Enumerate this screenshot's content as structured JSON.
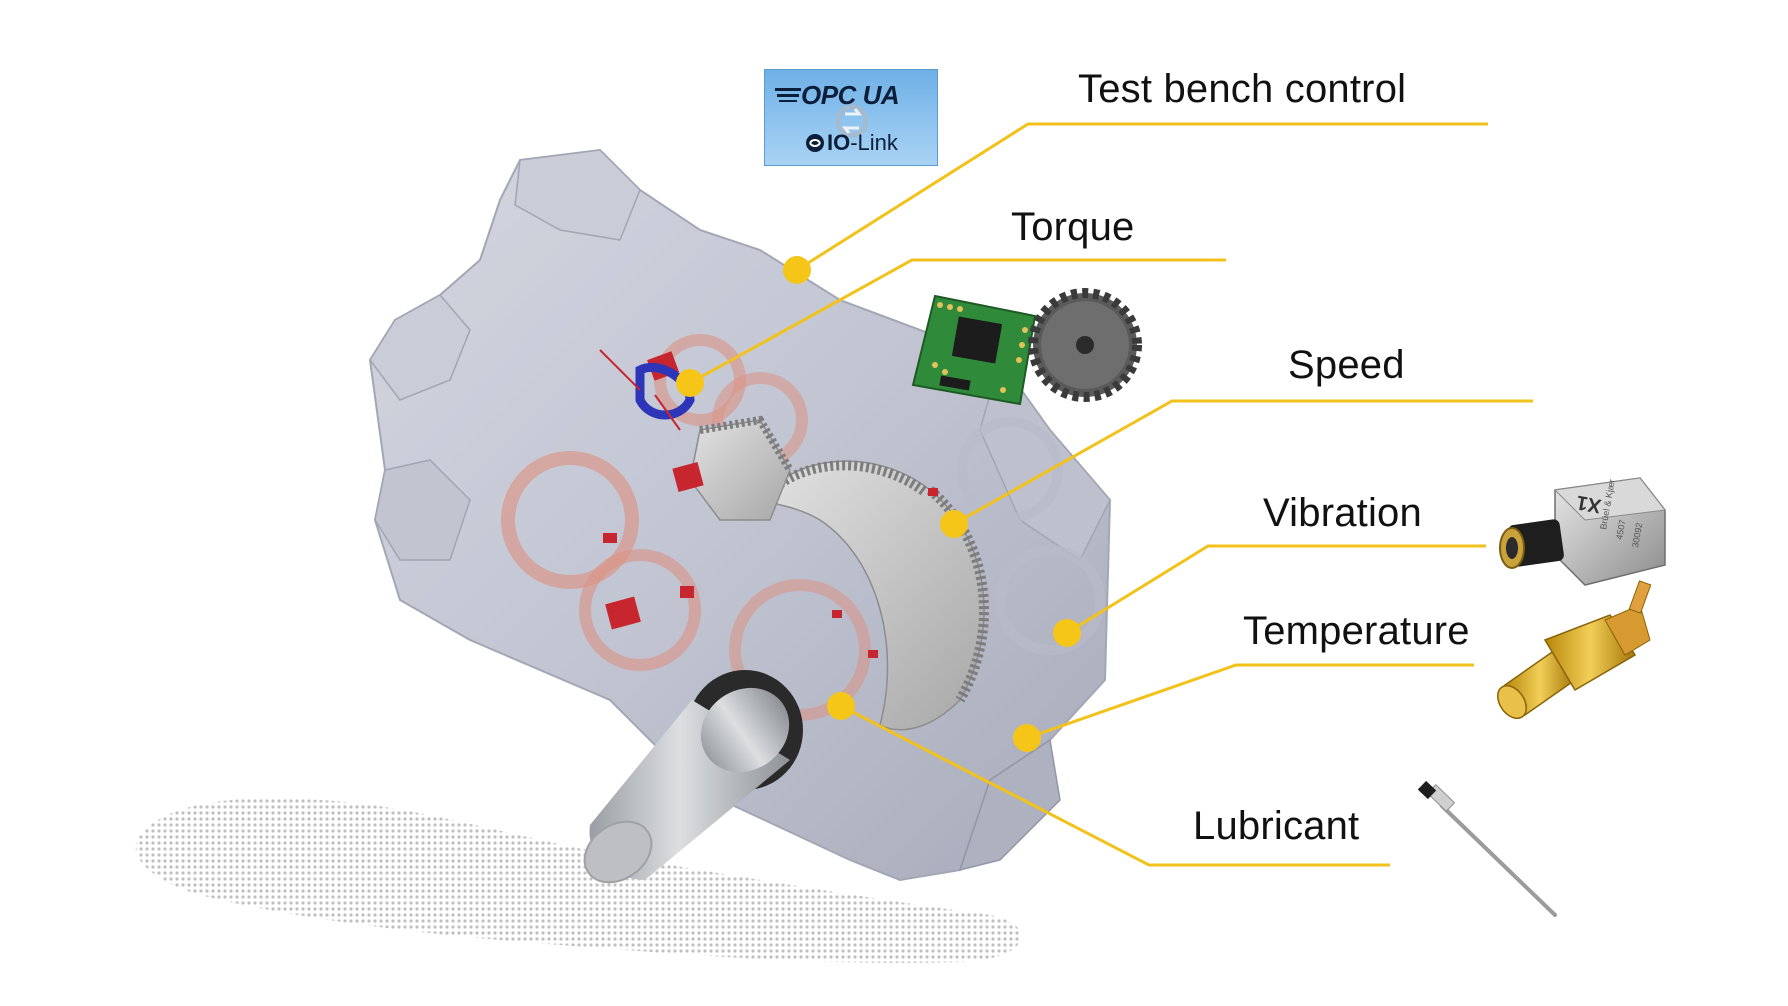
{
  "callouts": {
    "test_bench_control": "Test bench control",
    "torque": "Torque",
    "speed": "Speed",
    "vibration": "Vibration",
    "temperature": "Temperature",
    "lubricant": "Lubricant"
  },
  "logo": {
    "opc_ua": "OPC UA",
    "io": "IO",
    "link": "-Link"
  },
  "accelerometer": {
    "marking": "X1",
    "brand": "Brüel & Kjær",
    "model": "4507",
    "serial": "30092"
  },
  "colors": {
    "callout_line": "#f2c21b",
    "callout_dot": "#f5c518",
    "housing": "#a9adbf",
    "sensor_red": "#c8262e",
    "logo_bg": "#8fc4ef"
  }
}
